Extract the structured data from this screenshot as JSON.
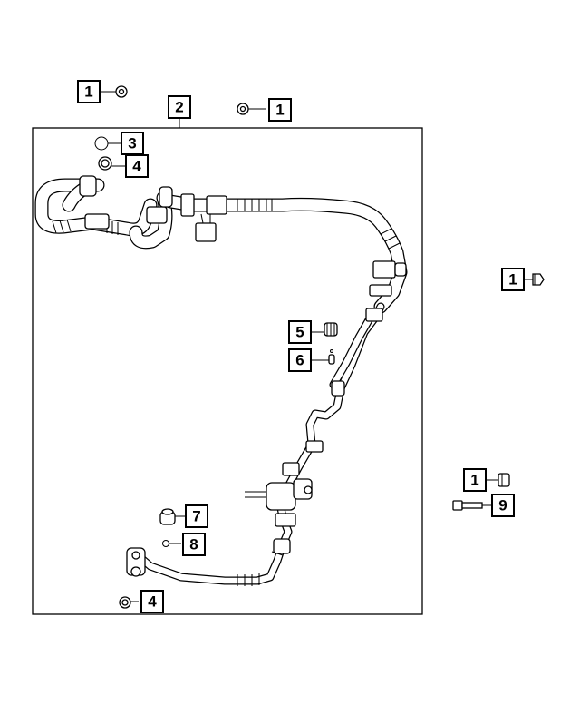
{
  "diagram": {
    "callouts": [
      {
        "id": "c1a",
        "label": "1"
      },
      {
        "id": "c2",
        "label": "2"
      },
      {
        "id": "c1b",
        "label": "1"
      },
      {
        "id": "c3",
        "label": "3"
      },
      {
        "id": "c4a",
        "label": "4"
      },
      {
        "id": "c1c",
        "label": "1"
      },
      {
        "id": "c5",
        "label": "5"
      },
      {
        "id": "c6",
        "label": "6"
      },
      {
        "id": "c1d",
        "label": "1"
      },
      {
        "id": "c9",
        "label": "9"
      },
      {
        "id": "c7",
        "label": "7"
      },
      {
        "id": "c8",
        "label": "8"
      },
      {
        "id": "c4b",
        "label": "4"
      }
    ]
  }
}
